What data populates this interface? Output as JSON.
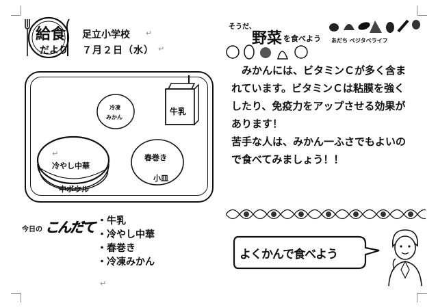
{
  "header": {
    "title_top": "給食",
    "title_bottom": "だより",
    "school": "足立小学校",
    "date": "７月２日（水）"
  },
  "tray": {
    "milk": "牛乳",
    "frozen_mikan_1": "冷凍",
    "frozen_mikan_2": "みかん",
    "noodle": "冷やし中華",
    "bowl": "中ボウル",
    "spring_roll": "春巻き",
    "plate": "小皿"
  },
  "menu_title": {
    "part1": "今日の",
    "part2": "こんだて"
  },
  "menu_items": [
    "・牛乳",
    "・冷やし中華",
    "・春巻き",
    "・冷凍みかん"
  ],
  "veg_banner": {
    "line1": "そうだ、",
    "big": "野菜",
    "tail": "を食べよう",
    "sub": "あだち ベジタベライフ"
  },
  "body_lines": [
    "　みかんには、ビタミンＣが多く含ま",
    "れています。ビタミンＣは粘膜を強く",
    "したり、免疫力をアップさせる効果が",
    "あります！",
    "苦手な人は、みかん一ふさでもよいの",
    "で食べてみましょう！！"
  ],
  "bubble_text": "よくかんで食べよう"
}
